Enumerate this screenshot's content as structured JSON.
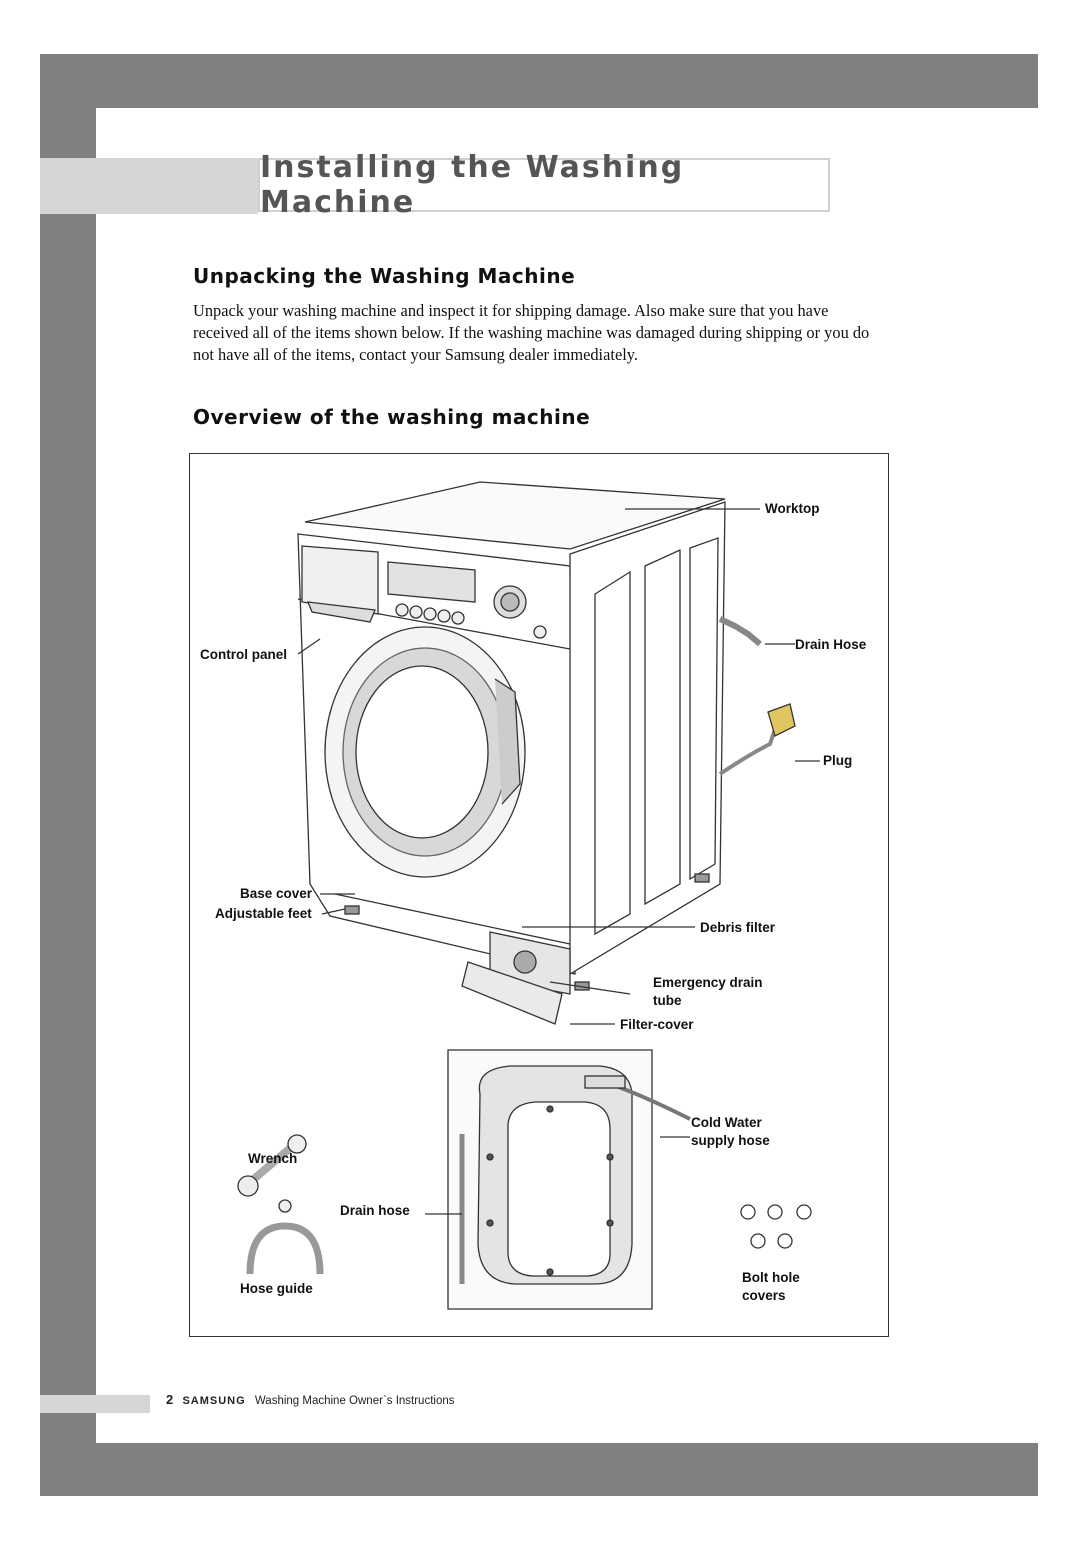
{
  "page": {
    "title": "Installing the Washing Machine",
    "section1_title": "Unpacking the Washing Machine",
    "section1_body": "Unpack your washing machine and inspect it for shipping damage.  Also make sure that you have received all of the items shown below.  If the washing machine was damaged during shipping or you do not have all of the items, contact your Samsung dealer immediately.",
    "section2_title": "Overview of the washing machine"
  },
  "labels": {
    "worktop": "Worktop",
    "drain_hose_top": "Drain Hose",
    "control_panel": "Control panel",
    "plug": "Plug",
    "base_cover": "Base cover",
    "adjustable_feet": "Adjustable feet",
    "debris_filter": "Debris filter",
    "emergency_drain_tube": "Emergency drain\ntube",
    "filter_cover": "Filter-cover",
    "cold_water_supply_hose": "Cold Water\nsupply hose",
    "wrench": "Wrench",
    "drain_hose_bottom": "Drain hose",
    "hose_guide": "Hose guide",
    "bolt_hole_covers": "Bolt hole\ncovers"
  },
  "footer": {
    "page_number": "2",
    "brand": "SAMSUNG",
    "text": "Washing Machine Owner`s Instructions"
  }
}
